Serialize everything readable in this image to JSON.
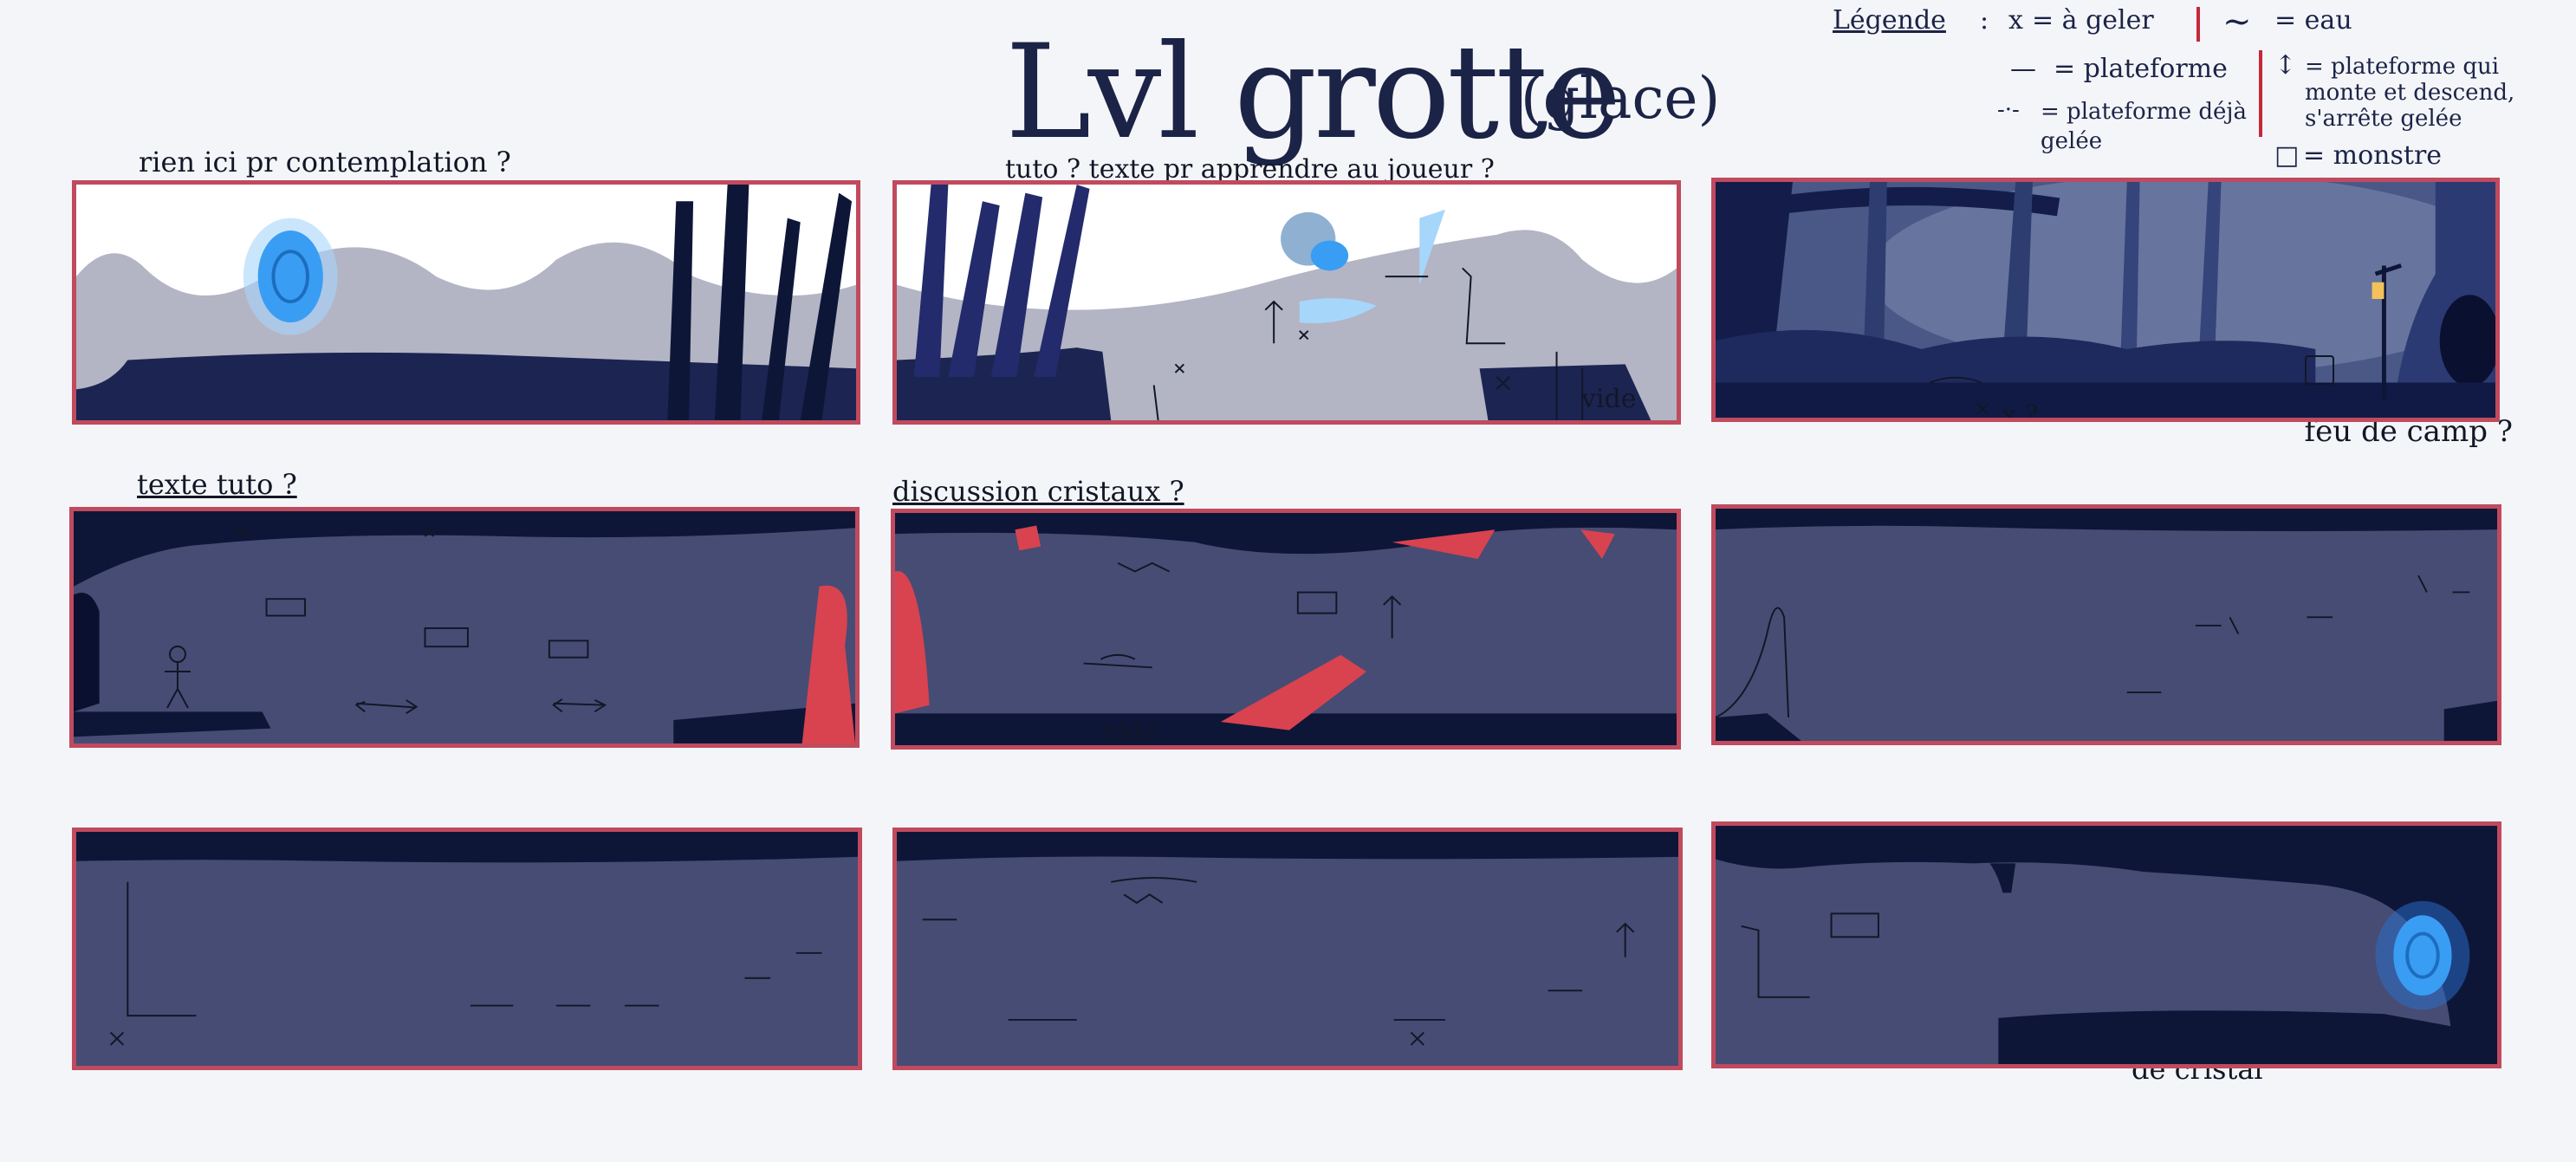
{
  "title": "Lvl grotte",
  "subtitle": "(glace)",
  "legend": {
    "heading": "Légende",
    "colon": ":",
    "freeze_symbol": "x",
    "freeze_label": "= à geler",
    "water_symbol": "~",
    "water_label": "= eau",
    "platform_label": "= plateforme",
    "frozen_platform_label": "= plateforme déjà gelée",
    "moving_platform_label": "= plateforme qui monte et descend, s'arrête gelée",
    "monster_label": "= monstre"
  },
  "captions": {
    "row1_col1": "rien ici pr contemplation ?",
    "row1_col2": "tuto ? texte pr apprendre au joueur ?",
    "row2_col1": "texte tuto ?",
    "row2_col2": "discussion cristaux ?",
    "row1_col3_note": "feu de camp ?",
    "row3_col3_note": "ingr eau de cristal"
  },
  "panel_labels": {
    "vide": "vide",
    "question": "x ?"
  },
  "colors": {
    "frame": "#c04a5e",
    "cave_fill": "#474c74",
    "dark_rock": "#0e1638",
    "mountain": "#b3b5c5",
    "portal": "#3a9df4",
    "crystal": "#d8434f",
    "legend_accent": "#c6273a"
  },
  "icons": [
    "portal-icon",
    "lantern-icon",
    "campfire-icon",
    "stick-figure-icon"
  ]
}
